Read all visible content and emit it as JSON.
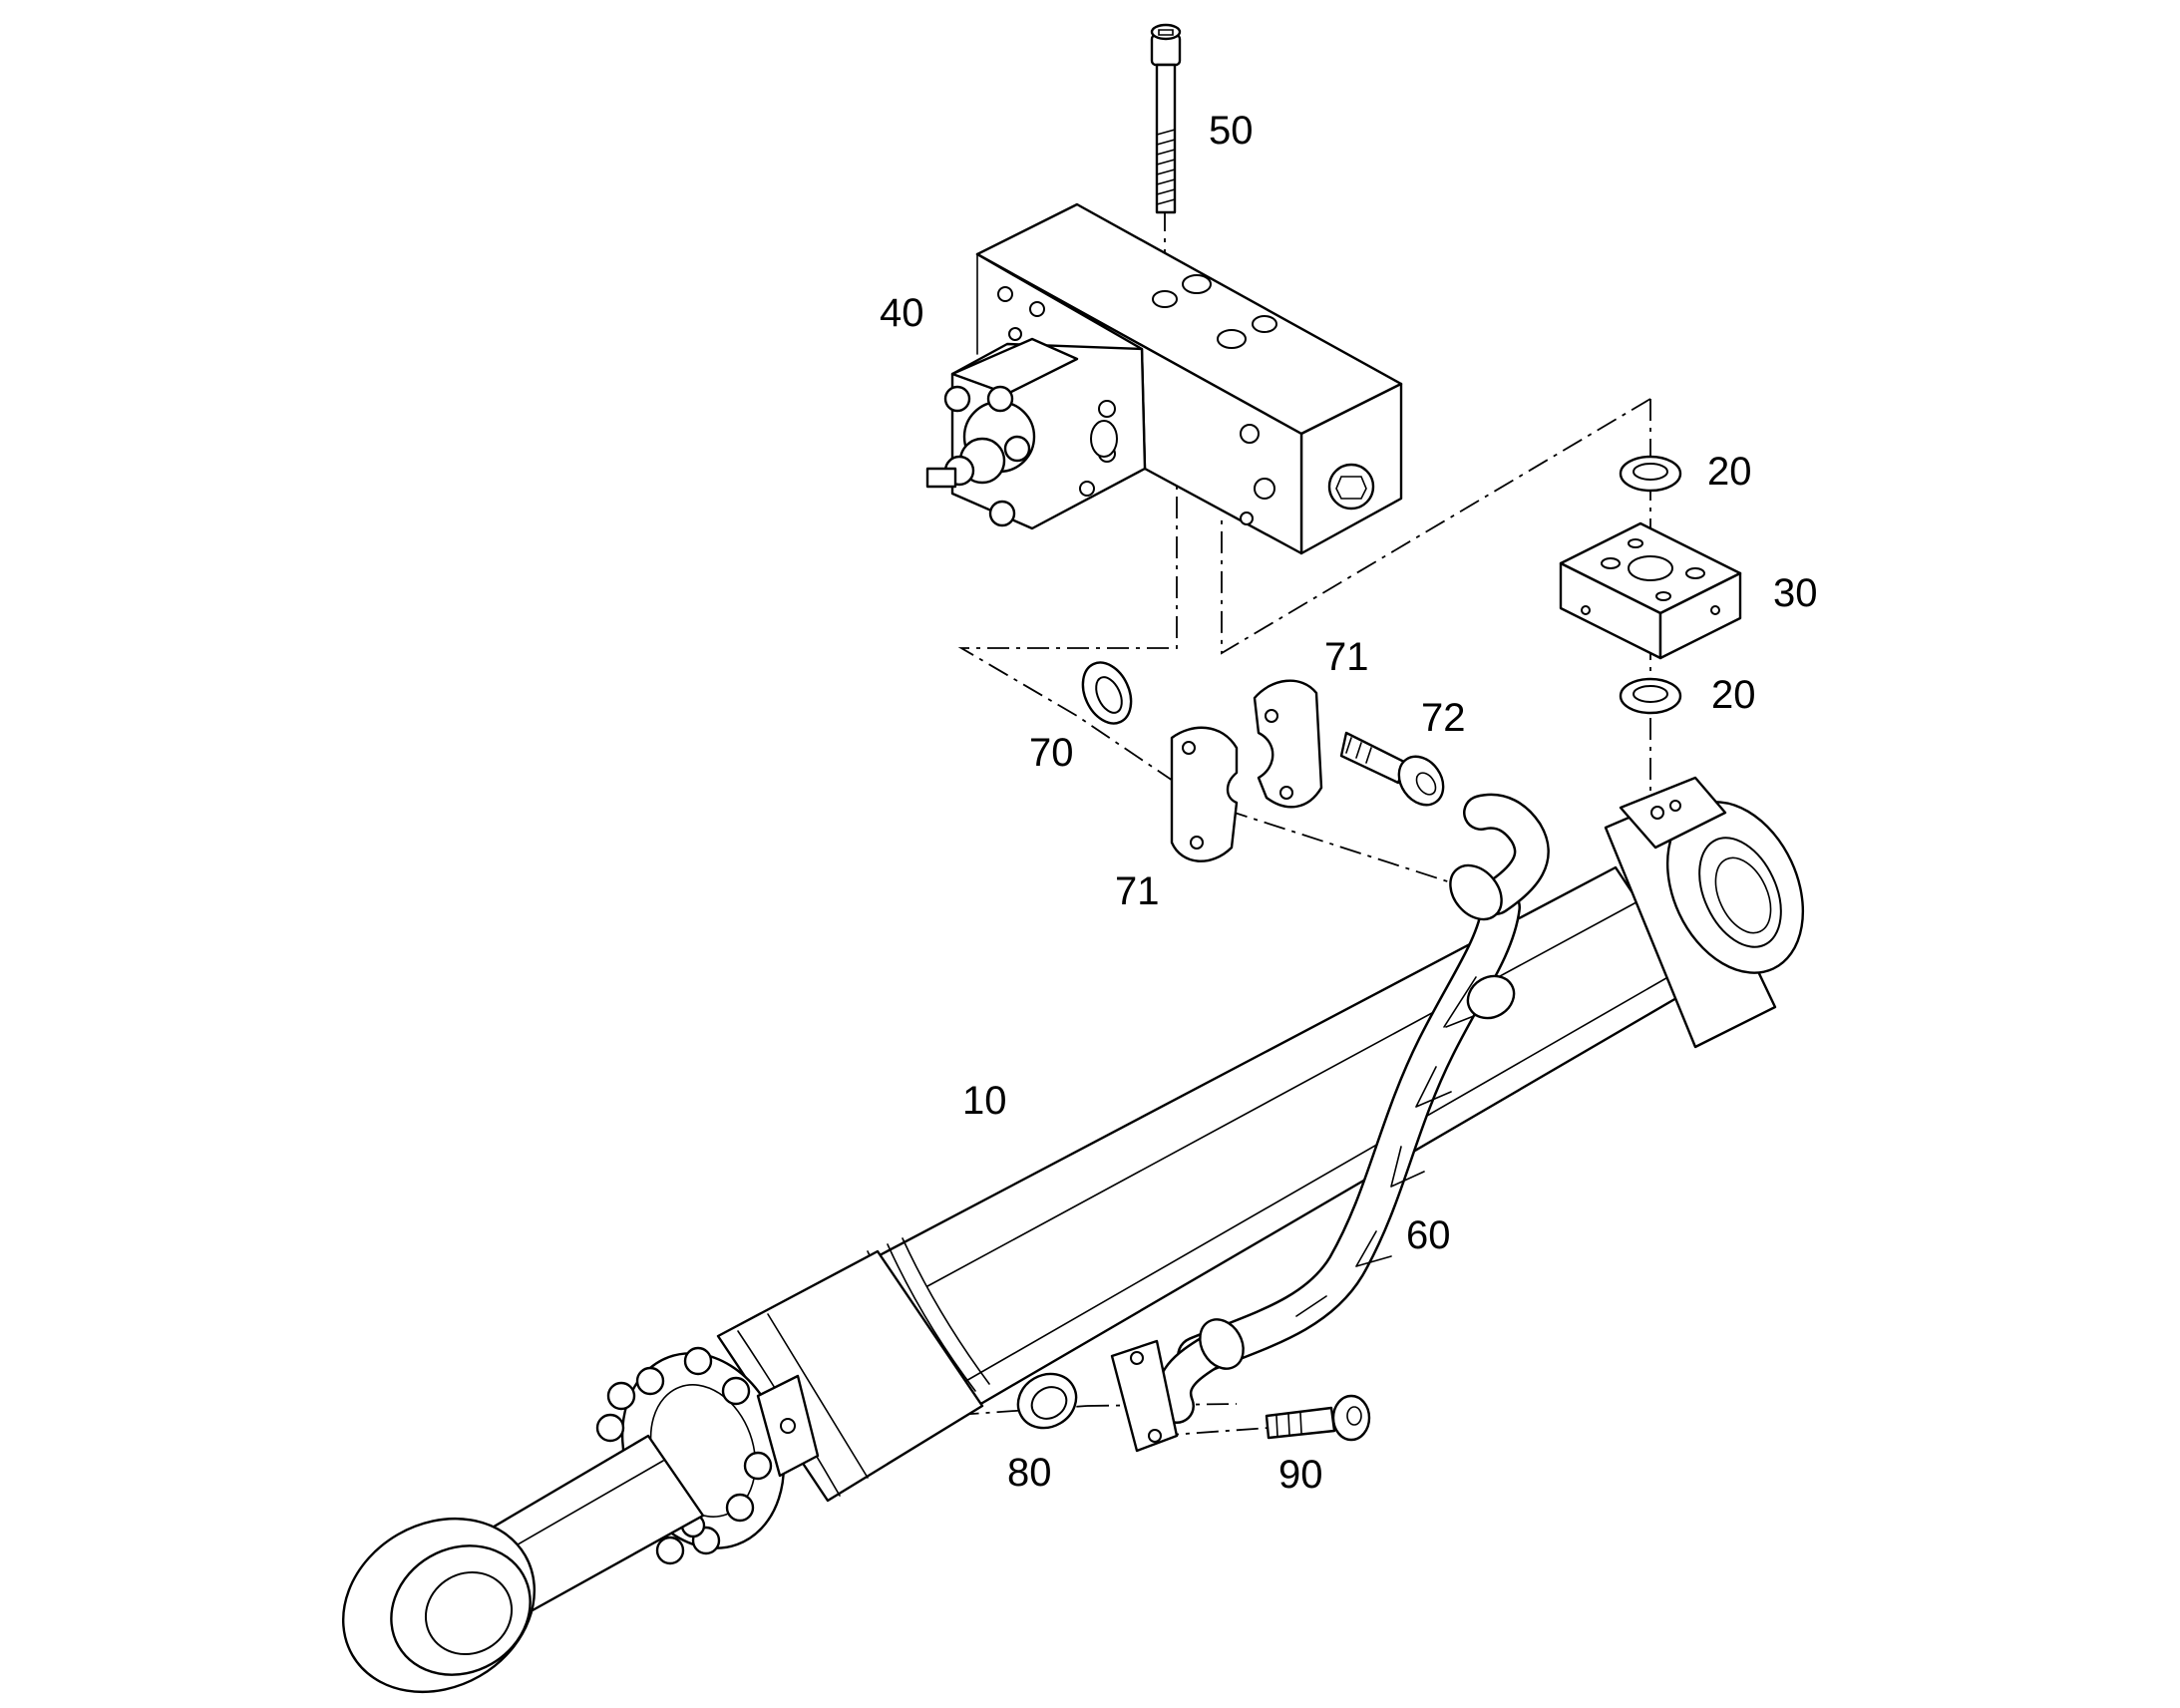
{
  "callouts": {
    "p10": "10",
    "p20a": "20",
    "p20b": "20",
    "p30": "30",
    "p40": "40",
    "p50": "50",
    "p60": "60",
    "p70": "70",
    "p71a": "71",
    "p71b": "71",
    "p72": "72",
    "p80": "80",
    "p90": "90"
  },
  "colors": {
    "line": "#000000",
    "background": "#ffffff"
  }
}
